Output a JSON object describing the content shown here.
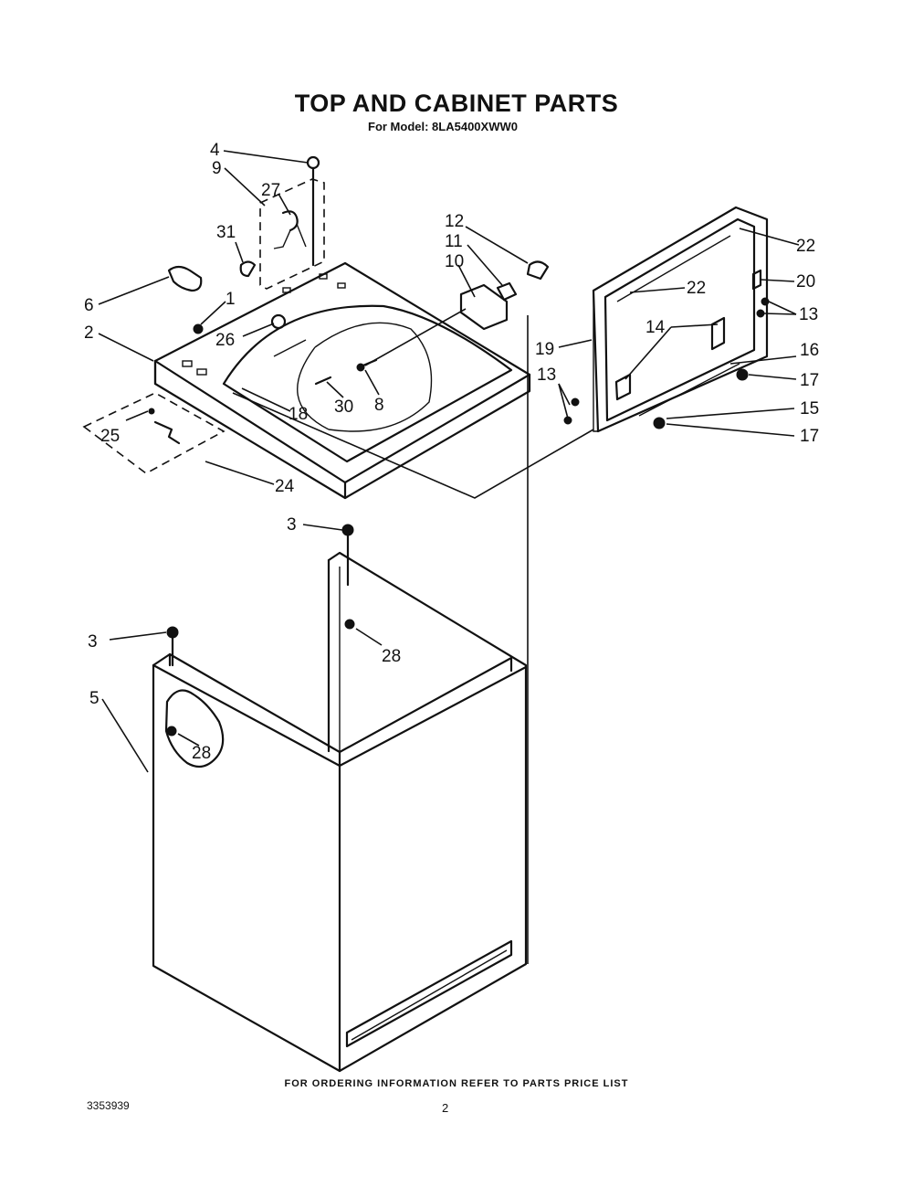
{
  "title": "TOP AND CABINET PARTS",
  "subtitle": "For Model: 8LA5400XWW0",
  "footer_note": "FOR ORDERING INFORMATION REFER TO PARTS PRICE LIST",
  "document_number": "3353939",
  "page_number": "2",
  "callouts": [
    {
      "id": "c4",
      "label": "4"
    },
    {
      "id": "c9",
      "label": "9"
    },
    {
      "id": "c27",
      "label": "27"
    },
    {
      "id": "c31",
      "label": "31"
    },
    {
      "id": "c6",
      "label": "6"
    },
    {
      "id": "c1",
      "label": "1"
    },
    {
      "id": "c2",
      "label": "2"
    },
    {
      "id": "c26",
      "label": "26"
    },
    {
      "id": "c25",
      "label": "25"
    },
    {
      "id": "c24",
      "label": "24"
    },
    {
      "id": "c18",
      "label": "18"
    },
    {
      "id": "c30",
      "label": "30"
    },
    {
      "id": "c8",
      "label": "8"
    },
    {
      "id": "c12",
      "label": "12"
    },
    {
      "id": "c11",
      "label": "11"
    },
    {
      "id": "c10",
      "label": "10"
    },
    {
      "id": "c22a",
      "label": "22"
    },
    {
      "id": "c22b",
      "label": "22"
    },
    {
      "id": "c20",
      "label": "20"
    },
    {
      "id": "c13a",
      "label": "13"
    },
    {
      "id": "c14",
      "label": "14"
    },
    {
      "id": "c19",
      "label": "19"
    },
    {
      "id": "c16",
      "label": "16"
    },
    {
      "id": "c17a",
      "label": "17"
    },
    {
      "id": "c13b",
      "label": "13"
    },
    {
      "id": "c15",
      "label": "15"
    },
    {
      "id": "c17b",
      "label": "17"
    },
    {
      "id": "c3a",
      "label": "3"
    },
    {
      "id": "c28a",
      "label": "28"
    },
    {
      "id": "c3b",
      "label": "3"
    },
    {
      "id": "c5",
      "label": "5"
    },
    {
      "id": "c28b",
      "label": "28"
    }
  ]
}
